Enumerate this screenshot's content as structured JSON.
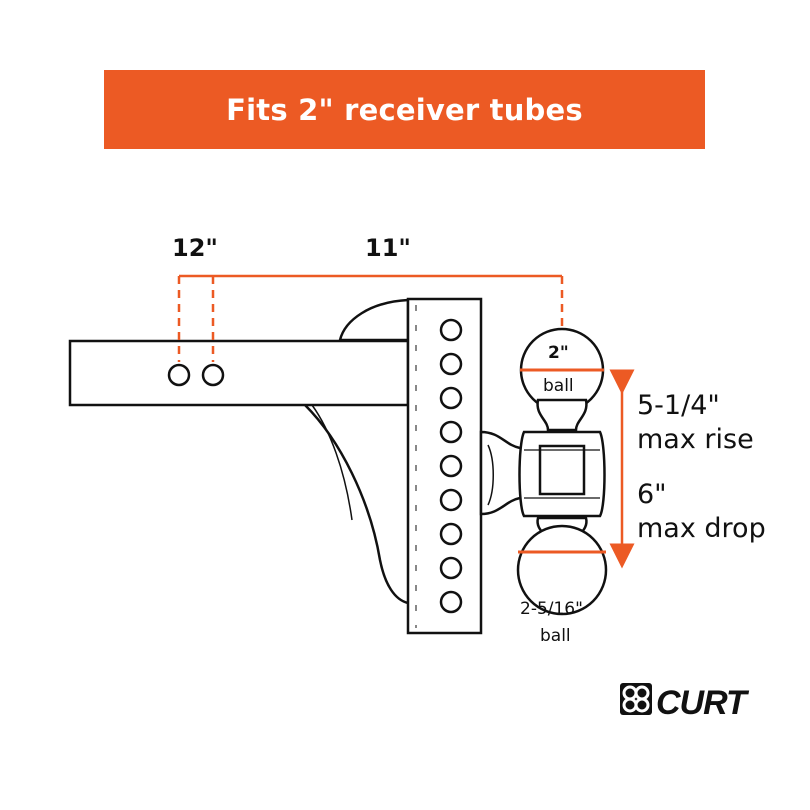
{
  "colors": {
    "accent": "#ec5a24",
    "ink": "#111111",
    "background": "#ffffff"
  },
  "banner": {
    "text": "Fits 2\" receiver tubes"
  },
  "dimensions": {
    "length_a": "12\"",
    "length_b": "11\""
  },
  "balls": {
    "top": {
      "size": "2\"",
      "label": "ball"
    },
    "bottom": {
      "size": "2-5/16\"",
      "label": "ball"
    }
  },
  "adjustment": {
    "rise_value": "5-1/4\"",
    "rise_label": "max rise",
    "drop_value": "6\"",
    "drop_label": "max drop"
  },
  "logo": {
    "brand": "CURT",
    "icon": "curt-logo-icon"
  }
}
